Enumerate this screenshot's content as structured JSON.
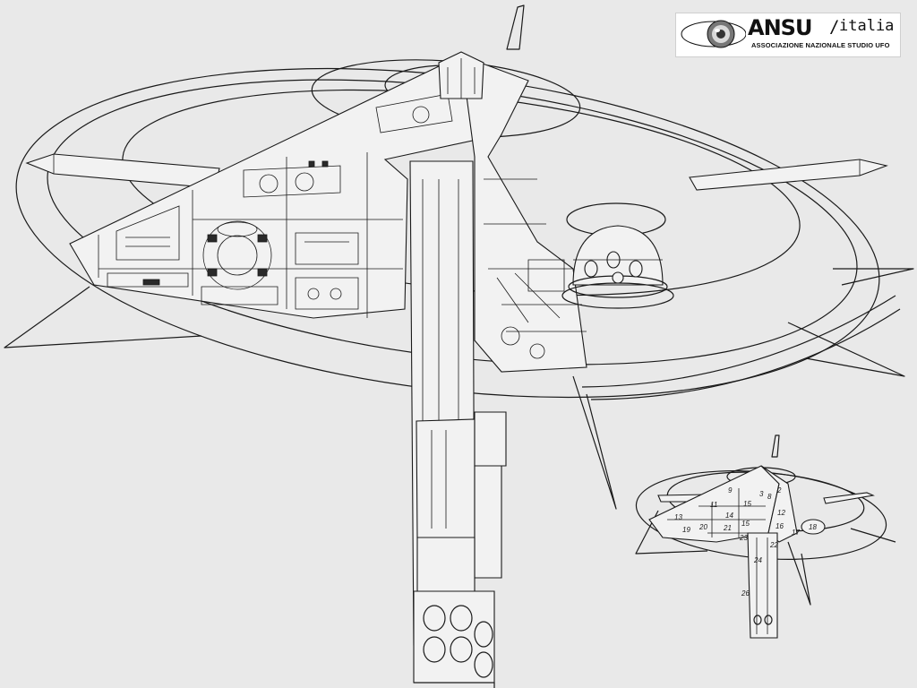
{
  "logo": {
    "brand": "ANSU",
    "separator": "/",
    "suffix": "italia",
    "subtitle": "ASSOCIAZIONE NAZIONALE STUDIO UFO",
    "icon": "globe-icon"
  },
  "key_labels": [
    "9",
    "2",
    "8",
    "3",
    "11",
    "13",
    "14",
    "15",
    "21",
    "15",
    "20",
    "19",
    "23",
    "12",
    "16",
    "17",
    "18",
    "22",
    "24",
    "26"
  ],
  "colors": {
    "background": "#e9e9e9",
    "ink": "#1a1a1a"
  }
}
